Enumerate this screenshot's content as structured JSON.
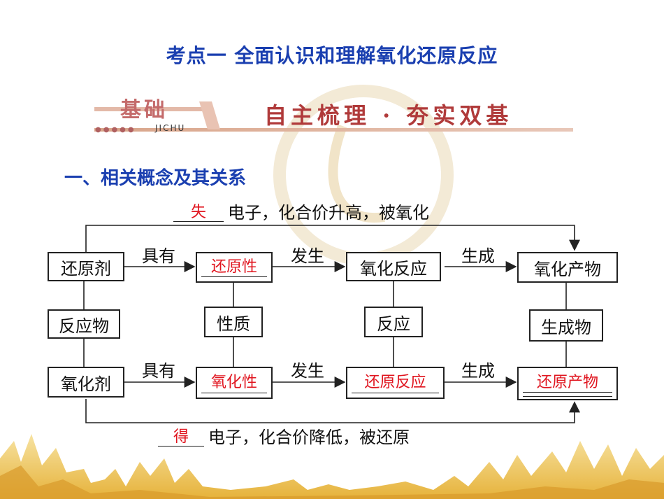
{
  "title": "考点一    全面认识和理解氧化还原反应",
  "banner": {
    "tag_cn": "基础",
    "tag_en": "JICHU",
    "dots": "●●●●●",
    "heading": "自主梳理 · 夯实双基"
  },
  "section_heading": "一、相关概念及其关系",
  "top_note": {
    "answer": "失",
    "text": "电子，化合价升高，被氧化"
  },
  "bottom_note": {
    "answer": "得",
    "text": "电子，化合价降低，被还原"
  },
  "row1": {
    "reducing_agent": "还原剂",
    "label_have": "具有",
    "reducibility": "还原性",
    "label_occur": "发生",
    "oxidation_reaction": "氧化反应",
    "label_generate": "生成",
    "oxidation_product": "氧化产物"
  },
  "row2": {
    "reactant": "反应物",
    "property": "性质",
    "reaction": "反应",
    "product": "生成物"
  },
  "row3": {
    "oxidizing_agent": "氧化剂",
    "label_have": "具有",
    "oxidizability": "氧化性",
    "label_occur": "发生",
    "reduction_reaction": "还原反应",
    "label_generate": "生成",
    "reduction_product": "还原产物"
  },
  "colors": {
    "title_blue": "#1a3fb0",
    "answer_red": "#e0141e",
    "banner_red": "#b03a3a"
  }
}
